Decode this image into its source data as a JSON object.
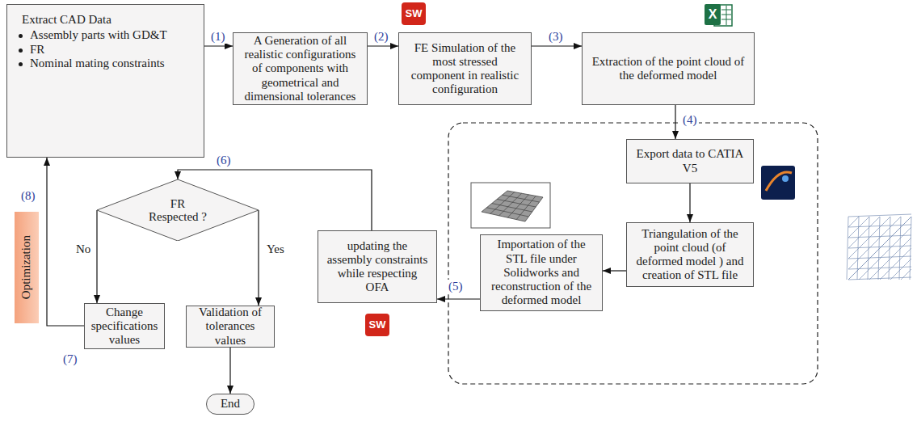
{
  "diagram": {
    "nodes": [
      {
        "text": [
          "Extract CAD Data",
          "Assembly parts with GD&T",
          "FR",
          "Nominal mating constraints"
        ]
      },
      {
        "text": [
          "A Generation of all realistic configurations of components with geometrical and dimensional tolerances"
        ]
      },
      {
        "text": [
          "FE Simulation of the most stressed component in realistic configuration"
        ]
      },
      {
        "text": [
          "Extraction of the point cloud of the deformed model"
        ]
      },
      {
        "text": [
          "Export data to CATIA V5"
        ]
      },
      {
        "text": [
          "Triangulation of the point cloud (of deformed model ) and creation of STL file"
        ]
      },
      {
        "text": [
          "Importation of the STL file under Solidworks and reconstruction of the deformed model"
        ]
      },
      {
        "text": [
          "updating the assembly constraints while respecting OFA"
        ]
      },
      {
        "text": [
          "FR Respected ?"
        ]
      },
      {
        "text": [
          "Change specifications values"
        ]
      },
      {
        "text": [
          "Validation of tolerances values"
        ]
      },
      {
        "text": [
          "End"
        ]
      },
      {
        "text": [
          "Optimization"
        ]
      }
    ],
    "edges": [
      {
        "from": 0,
        "to": 1,
        "label": "(1)",
        "arrow": "to"
      },
      {
        "from": 1,
        "to": 2,
        "label": "(2)",
        "arrow": "to"
      },
      {
        "from": 2,
        "to": 3,
        "label": "(3)",
        "arrow": "to"
      },
      {
        "from": 3,
        "to": 4,
        "label": "(4)",
        "arrow": "to"
      },
      {
        "from": 4,
        "to": 5,
        "arrow": "to"
      },
      {
        "from": 5,
        "to": 6,
        "arrow": "to"
      },
      {
        "from": 6,
        "to": 7,
        "label": "(5)",
        "arrow": "to"
      },
      {
        "from": 7,
        "to": 8,
        "label": "(6)",
        "arrow": "to"
      },
      {
        "from": 8,
        "to": 9,
        "label": "No",
        "arrow": "to"
      },
      {
        "from": 8,
        "to": 10,
        "label": "Yes",
        "arrow": "to"
      },
      {
        "from": 10,
        "to": 11,
        "arrow": "to"
      },
      {
        "from": 9,
        "to": 0,
        "label": "(8)",
        "arrow": "to"
      }
    ],
    "labels": [
      "SW",
      "X",
      "SW",
      "(7)"
    ]
  }
}
